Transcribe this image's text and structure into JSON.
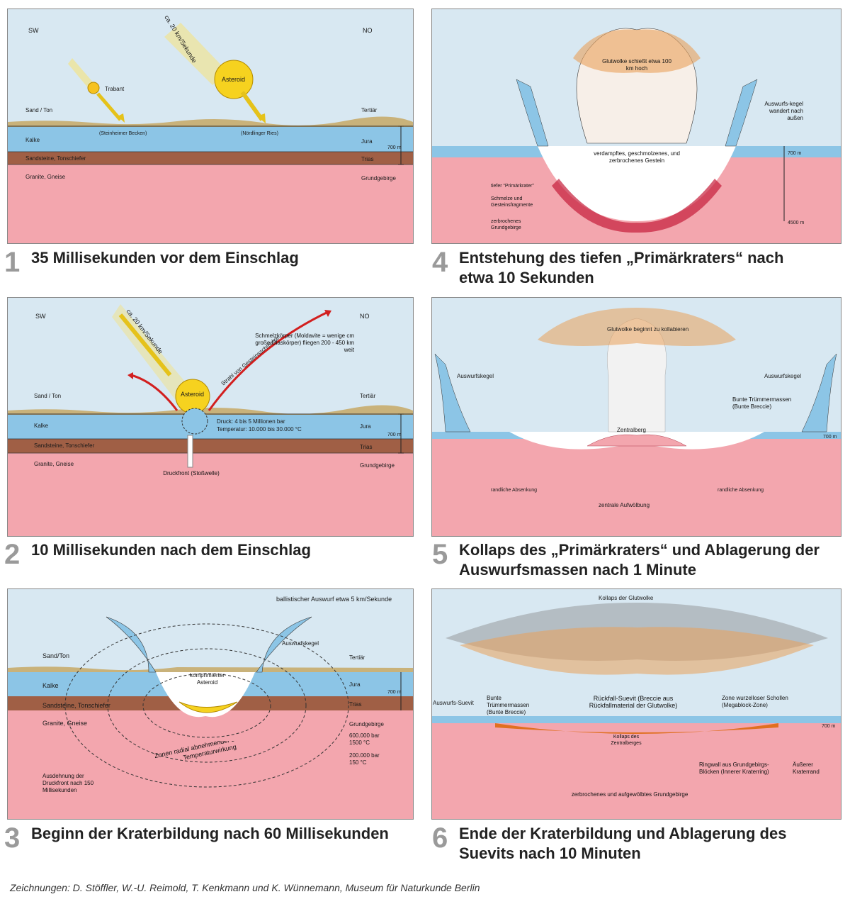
{
  "colors": {
    "sky": "#d8e8f2",
    "sand": "#c9b27a",
    "limestone": "#8cc5e6",
    "sandstone": "#a05f45",
    "basement": "#f3a6ae",
    "melt": "#c41e3a",
    "asteroid": "#f6d21f",
    "cloud": "#e9a05a"
  },
  "panels": [
    {
      "number": "1",
      "caption": "35 Millisekunden vor dem Einschlag",
      "labels": {
        "sw": "SW",
        "no": "NO",
        "speed": "ca. 20 km/Sekunde",
        "asteroid": "Asteroid",
        "trabant": "Trabant",
        "sand": "Sand / Ton",
        "kalke": "Kalke",
        "sandstein": "Sandsteine, Tonschiefer",
        "granite": "Granite, Gneise",
        "tertiaer": "Tertiär",
        "jura": "Jura",
        "trias": "Trias",
        "grundgebirge": "Grundgebirge",
        "steinheim": "(Steinheimer Becken)",
        "ries": "(Nördlinger Ries)",
        "depth": "700 m"
      }
    },
    {
      "number": "2",
      "caption": "10 Millisekunden nach dem Einschlag",
      "labels": {
        "sw": "SW",
        "no": "NO",
        "speed": "ca. 20 km/Sekunde",
        "asteroid": "Asteroid",
        "strahl": "Strahl von Gesteinsschmelze",
        "schmelzkoerper": "Schmelzkörper (Moldavite = wenige cm große Glaskörper) fliegen 200 - 450 km weit",
        "sand": "Sand / Ton",
        "kalke": "Kalke",
        "sandstein": "Sandsteine, Tonschiefer",
        "granite": "Granite, Gneise",
        "tertiaer": "Tertiär",
        "jura": "Jura",
        "trias": "Trias",
        "grundgebirge": "Grundgebirge",
        "druck": "Druck: 4 bis 5 Millionen bar",
        "temp": "Temperatur: 10.000 bis 30.000 °C",
        "druckfront": "Druckfront (Stoßwelle)",
        "depth": "700 m"
      }
    },
    {
      "number": "3",
      "caption": "Beginn der Kraterbildung nach 60 Millisekunden",
      "labels": {
        "ballistisch": "ballistischer Auswurf etwa 5 km/Sekunde",
        "auswurfskegel": "Auswurfskegel",
        "sand": "Sand/Ton",
        "kalke": "Kalke",
        "sandstein": "Sandsteine, Tonschiefer",
        "granite": "Granite, Gneise",
        "tertiaer": "Tertiär",
        "jura": "Jura",
        "trias": "Trias",
        "grundgebirge": "Grundgebirge",
        "komprimiert": "komprimierter Asteroid",
        "p1": "600.000 bar",
        "t1": "1500 °C",
        "p2": "200.000 bar",
        "t2": "150 °C",
        "zonen": "Zonen radial abnehmender Druck- und Temperaturwirkung",
        "ausdehnung": "Ausdehnung der Druckfront nach 150 Millisekunden",
        "depth": "700 m"
      }
    },
    {
      "number": "4",
      "caption": "Entstehung des tiefen „Primärkraters“ nach etwa 10 Sekunden",
      "labels": {
        "glutwolke": "Glutwolke schießt etwa 100 km hoch",
        "auswurf": "Auswurfs-kegel wandert nach außen",
        "verdampft": "verdampftes, geschmolzenes, und zerbrochenes Gestein",
        "primaer": "tiefer “Primärkrater”",
        "schmelze": "Schmelze und Gesteinsfragmente",
        "zerbrochen": "zerbrochenes Grundgebirge",
        "depth": "700 m",
        "depth2": "4500 m"
      }
    },
    {
      "number": "5",
      "caption": "Kollaps des „Primärkraters“ und Ablagerung der Auswurfsmassen nach 1 Minute",
      "labels": {
        "glutwolke": "Glutwolke beginnt zu kollabieren",
        "auswurfL": "Auswurfskegel",
        "auswurfR": "Auswurfskegel",
        "bunte": "Bunte Trümmermassen (Bunte Breccie)",
        "zentralberg": "Zentralberg",
        "absenkungL": "randliche Absenkung",
        "absenkungR": "randliche Absenkung",
        "aufwoelbung": "zentrale Aufwölbung",
        "depth": "700 m"
      }
    },
    {
      "number": "6",
      "caption": "Ende der Kraterbildung und Ablagerung des Suevits nach 10 Minuten",
      "labels": {
        "kollaps": "Kollaps der Glutwolke",
        "suevit": "Auswurfs-Suevit",
        "bunte": "Bunte Trümmermassen (Bunte Breccie)",
        "rueckfall": "Rückfall-Suevit (Breccie aus Rückfallmaterial der Glutwolke)",
        "zone": "Zone wurzelloser Schollen (Megablock-Zone)",
        "zentralberg": "Kollaps des Zentralberges",
        "ringwall": "Ringwall aus Grundgebirgs-Blöcken (Innerer Kraterring)",
        "aeusserer": "Äußerer Kraterrand",
        "zerbrochen": "zerbrochenes und aufgewölbtes Grundgebirge",
        "depth": "700 m"
      }
    }
  ],
  "credit": "Zeichnungen: D. Stöffler, W.-U. Reimold, T. Kenkmann und K. Wünnemann, Museum für Naturkunde Berlin"
}
